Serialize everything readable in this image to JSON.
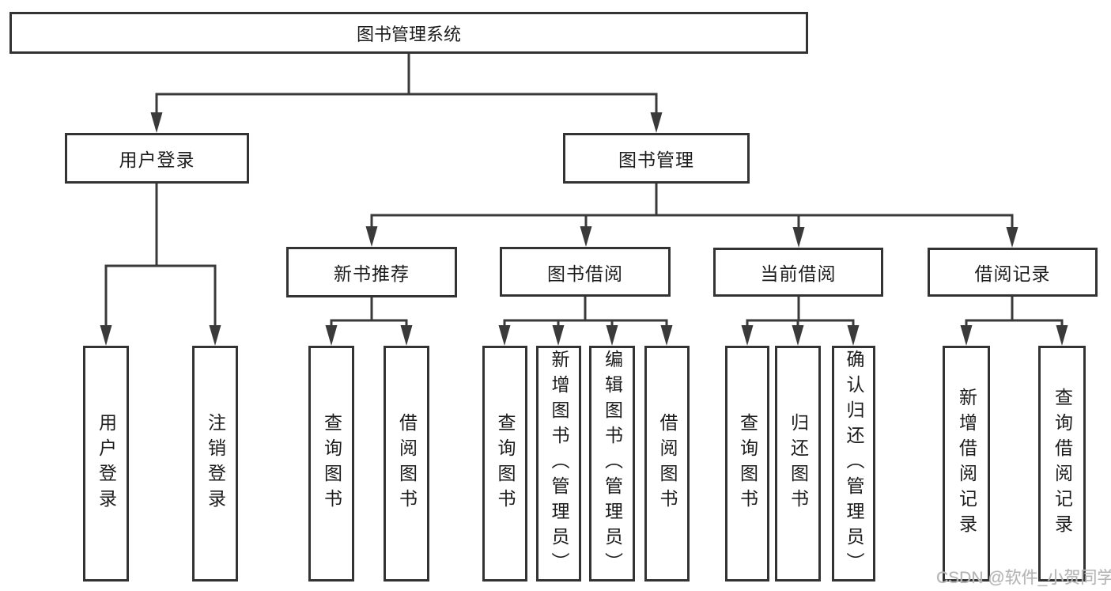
{
  "diagram_title": "图书管理系统",
  "nodes": {
    "root": "图书管理系统",
    "level2": {
      "user_login": "用户登录",
      "book_management": "图书管理"
    },
    "level3": {
      "new_book_recommend": "新书推荐",
      "book_borrowing": "图书借阅",
      "current_borrowing": "当前借阅",
      "borrowing_records": "借阅记录"
    },
    "leaves": {
      "user_login": "用户登录",
      "logout": "注销登录",
      "recommend_query_books": "查询图书",
      "recommend_borrow_books": "借阅图书",
      "borrowing_query_books": "查询图书",
      "borrowing_add_books": "新增图书（管理员）",
      "borrowing_edit_books": "编辑图书（管理员）",
      "borrowing_borrow_books": "借阅图书",
      "current_query_books": "查询图书",
      "current_return_books": "归还图书",
      "current_confirm_return": "确认归还（管理员）",
      "records_add_record": "新增借阅记录",
      "records_query_record": "查询借阅记录"
    }
  },
  "hierarchy": {
    "图书管理系统": {
      "用户登录": [
        "用户登录",
        "注销登录"
      ],
      "图书管理": {
        "新书推荐": [
          "查询图书",
          "借阅图书"
        ],
        "图书借阅": [
          "查询图书",
          "新增图书（管理员）",
          "编辑图书（管理员）",
          "借阅图书"
        ],
        "当前借阅": [
          "查询图书",
          "归还图书",
          "确认归还（管理员）"
        ],
        "借阅记录": [
          "新增借阅记录",
          "查询借阅记录"
        ]
      }
    }
  },
  "watermark": "CSDN @软件_小贺同学",
  "colors": {
    "line": "#3a3a3a",
    "box_border": "#333333",
    "text": "#1c1c1c",
    "background": "#ffffff",
    "watermark": "#b4b4b4"
  }
}
